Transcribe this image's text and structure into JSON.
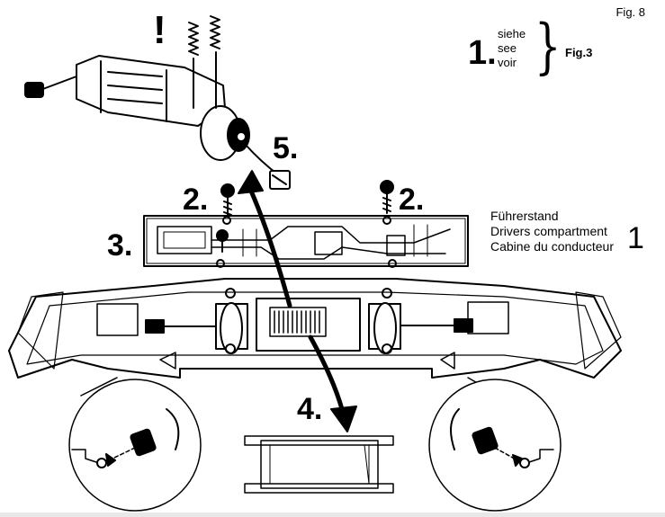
{
  "figure_label": "Fig. 8",
  "reference": {
    "number": "1.",
    "words": "siehe\nsee\nvoir",
    "brace": "}",
    "target": "Fig.3"
  },
  "warning_mark": "!",
  "steps": {
    "step2_left": "2.",
    "step2_right": "2.",
    "step3": "3.",
    "step4": "4.",
    "step5": "5."
  },
  "cab_label": {
    "lines": "Führerstand\nDrivers compartment\nCabine du conducteur",
    "number": "1"
  },
  "colors": {
    "line": "#000000",
    "background": "#ffffff",
    "footer": "#e8e8e8"
  }
}
